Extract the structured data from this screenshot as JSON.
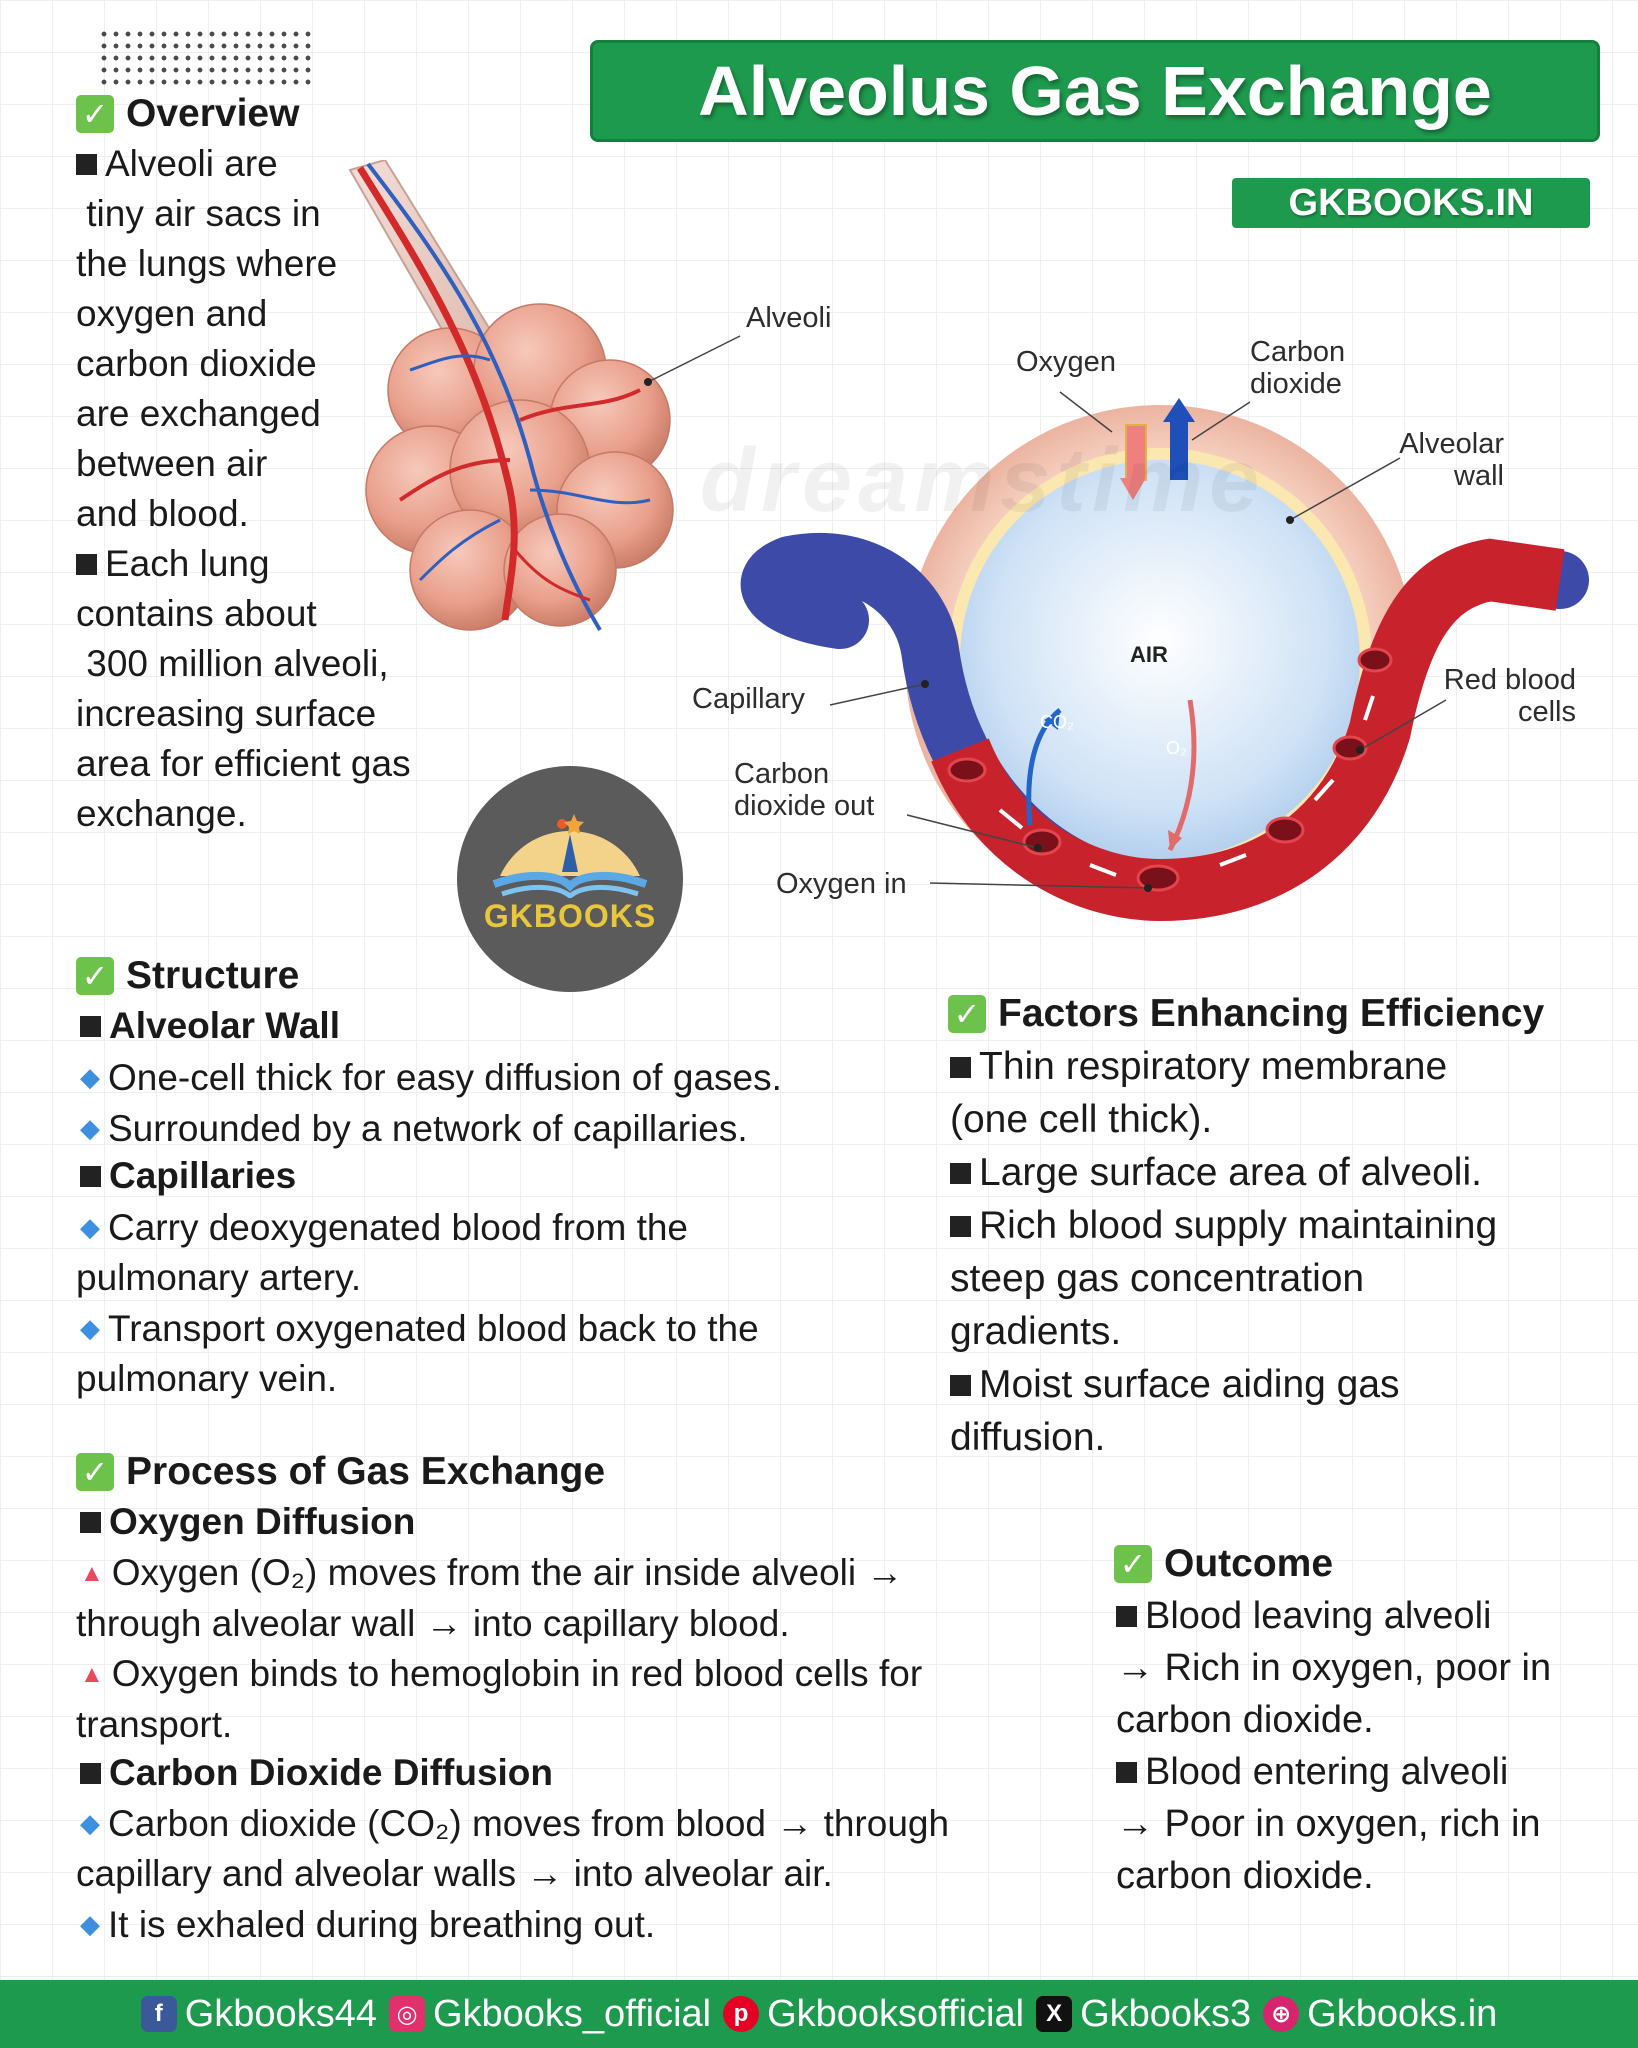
{
  "title": "Alveolus Gas Exchange",
  "site_badge": "GKBOOKS.IN",
  "logo_text": "GKBOOKS",
  "overview": {
    "heading": "Overview",
    "lines": [
      "Alveoli are",
      " tiny air sacs in",
      "the lungs where",
      "oxygen and",
      "carbon dioxide",
      "are exchanged",
      "between air",
      "and blood.",
      "Each lung",
      "contains about",
      " 300 million alveoli,",
      "increasing surface",
      "area for efficient gas",
      "exchange."
    ]
  },
  "diagram_labels": {
    "alveoli": "Alveoli",
    "oxygen": "Oxygen",
    "carbon_dioxide_1": "Carbon",
    "carbon_dioxide_2": "dioxide",
    "alveolar_wall_1": "Alveolar",
    "alveolar_wall_2": "wall",
    "air": "AIR",
    "co2": "CO₂",
    "o2": "O₂",
    "capillary": "Capillary",
    "red_blood_cells_1": "Red blood",
    "red_blood_cells_2": "cells",
    "co2_out_1": "Carbon",
    "co2_out_2": "dioxide out",
    "oxygen_in": "Oxygen in",
    "watermark": "dreamstime"
  },
  "structure": {
    "heading": "Structure",
    "alveolar_wall": {
      "title": "Alveolar Wall",
      "bullets": [
        "One-cell thick for easy diffusion of gases.",
        "Surrounded by a network of capillaries."
      ]
    },
    "capillaries": {
      "title": "Capillaries",
      "bullet1_line1": "Carry deoxygenated blood from the",
      "bullet1_line2": "pulmonary artery.",
      "bullet2_line1": "Transport oxygenated blood back to the",
      "bullet2_line2": "pulmonary vein."
    }
  },
  "factors": {
    "heading": "Factors Enhancing Efficiency",
    "lines": [
      "Thin respiratory membrane",
      "(one cell thick).",
      "Large surface area of alveoli.",
      "Rich blood supply maintaining",
      "steep gas concentration",
      "gradients.",
      "Moist surface aiding gas",
      "diffusion."
    ]
  },
  "process": {
    "heading": "Process of Gas Exchange",
    "oxygen_diffusion": {
      "title": "Oxygen Diffusion",
      "lines": [
        "Oxygen (O₂) moves from the air inside alveoli →",
        "through alveolar wall → into capillary blood.",
        "Oxygen binds to hemoglobin in red blood cells for",
        "transport."
      ]
    },
    "co2_diffusion": {
      "title": "Carbon Dioxide Diffusion",
      "lines": [
        "Carbon dioxide (CO₂) moves from blood → through",
        "capillary and alveolar walls → into alveolar air.",
        "It is exhaled during breathing out."
      ]
    }
  },
  "outcome": {
    "heading": "Outcome",
    "lines": [
      "Blood leaving alveoli",
      "→ Rich in oxygen, poor in",
      "carbon dioxide.",
      "Blood entering alveoli",
      "→ Poor in oxygen, rich in",
      "carbon dioxide."
    ]
  },
  "footer": [
    {
      "icon": "facebook-icon",
      "label": "Gkbooks44",
      "color": "#3b5998"
    },
    {
      "icon": "instagram-icon",
      "label": "Gkbooks_official",
      "color": "#e1306c"
    },
    {
      "icon": "pinterest-icon",
      "label": "Gkbooksofficial",
      "color": "#e60023"
    },
    {
      "icon": "x-icon",
      "label": "Gkbooks3",
      "color": "#111111"
    },
    {
      "icon": "globe-icon",
      "label": "Gkbooks.in",
      "color": "#d6246e"
    }
  ],
  "colors": {
    "brand_green": "#1e9a4e",
    "check_green": "#6cc24a",
    "bullet_blue": "#3d8fe0",
    "bullet_red": "#e84a5f"
  }
}
